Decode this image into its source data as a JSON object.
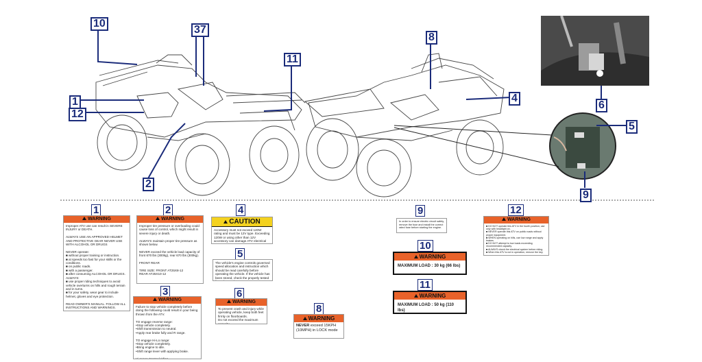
{
  "callouts": {
    "c10": "10",
    "c37": "37",
    "c1": "1",
    "c12": "12",
    "c2": "2",
    "c11": "11",
    "c8": "8",
    "c4": "4",
    "c6": "6",
    "c5": "5",
    "c9": "9"
  },
  "labels": {
    "l1": {
      "num": "1",
      "header": "WARNING",
      "body": "Improper ATV use can result in SEVERE INJURY or DEATH.\n\nALWAYS USE AN APPROVED HELMET AND PROTECTIVE GEAR   NEVER USE WITH ALCOHOL OR DRUGS\n\nNEVER operate:\n■ without proper training or instruction.\n■ at speeds too fast for your skills or the conditions.\n■ on public roads.\n■ with a passenger.\n■ after consuming ALCOHOL OR DRUGS.\nALWAYS:\n■ use proper riding techniques to avoid vehicle overturns on hills and rough terrain and in turns.\n■ for your safety, wear gear to include helmet, gloves and eye protection.\n\nREAD OWNER'S MANUAL. FOLLOW ALL INSTRUCTIONS AND WARNINGS."
    },
    "l2": {
      "num": "2",
      "header": "WARNING",
      "body": "Improper tire pressure or overloading could cause loss of control, which might result in severe injury or death.\n\nALWAYS maintain proper tire pressure as shown below.\n\nNEVER exceed the vehicle load capacity of front 670 lbs (300kg), rear 670 lbs (300kg).\n\nFRONT   REAR\n\nTIRE SIZE: FRONT  AT25X8-12\nREAR  AT25X10-12"
    },
    "l3": {
      "num": "3",
      "header": "WARNING",
      "body": "Failure to stop vehicle completely before doing the following could result in your being thrown from the ATV.\n\nTO engage reverse range:\n•Stop vehicle completely.\n•Shift transmission to neutral.\n•Apply rear brake fully and R range.\n\nTO engage Hi-Lo range:\n•Stop vehicle completely.\n•Bring engine to idle.\n•Shift range lever with applying brake.\n\nHi range: Normal riding.\nLo range: Severe load conditions.\nRefer to User's guide for more information."
    },
    "l4": {
      "num": "4",
      "header": "CAUTION",
      "body": "Accessory must not exceed 120W rating and must be 12V type. Exceeding 120W or using other than 12V accessory can damage ATV electrical system and accessory."
    },
    "l5": {
      "num": "5",
      "body": "The vehicle's engine controls governed speed allocation and instruction which should be read carefully before operating the vehicle. If the vehicle has been stored, check the properly tested from the previous owner."
    },
    "l6": {
      "num": "6",
      "header": "WARNING",
      "body": "To prevent crash and injury while operating vehicle, keep both feet firmly on floorboards.\nDo not exceed the maximum capacity.\nMAXIMUM TOWING CAPACITY"
    },
    "l8": {
      "num": "8",
      "header": "WARNING",
      "body_strong": "NEVER",
      "body_rest": " exceed 15KPH (10MPH) in LOCK mode"
    },
    "l9": {
      "num": "9",
      "body": "In order to ensure electric circuit safety, remove the fuse and install the correct rated fuse before starting the engine."
    },
    "l10": {
      "num": "10",
      "header": "WARNING",
      "body": "MAXIMUM LOAD : 30 kg (66 lbs)"
    },
    "l11": {
      "num": "11",
      "header": "WARNING",
      "body": "MAXIMUM LOAD : 50 kg (110 lbs)"
    },
    "l12": {
      "num": "12",
      "header": "WARNING",
      "body": "■ DO NOT operate this ATV in the fourth position; use only with headlight on.\n■ NEVER operate this ATV on public roads without proper equipment.\n■ WHEN operating on hills, use low range and apply brakes.\n■ DO NOT attempt to tow loads exceeding recommended capacity.\n■ ALWAYS check the electrical system before riding.\n■ When this ATV is not in operation, remove the key."
    }
  }
}
